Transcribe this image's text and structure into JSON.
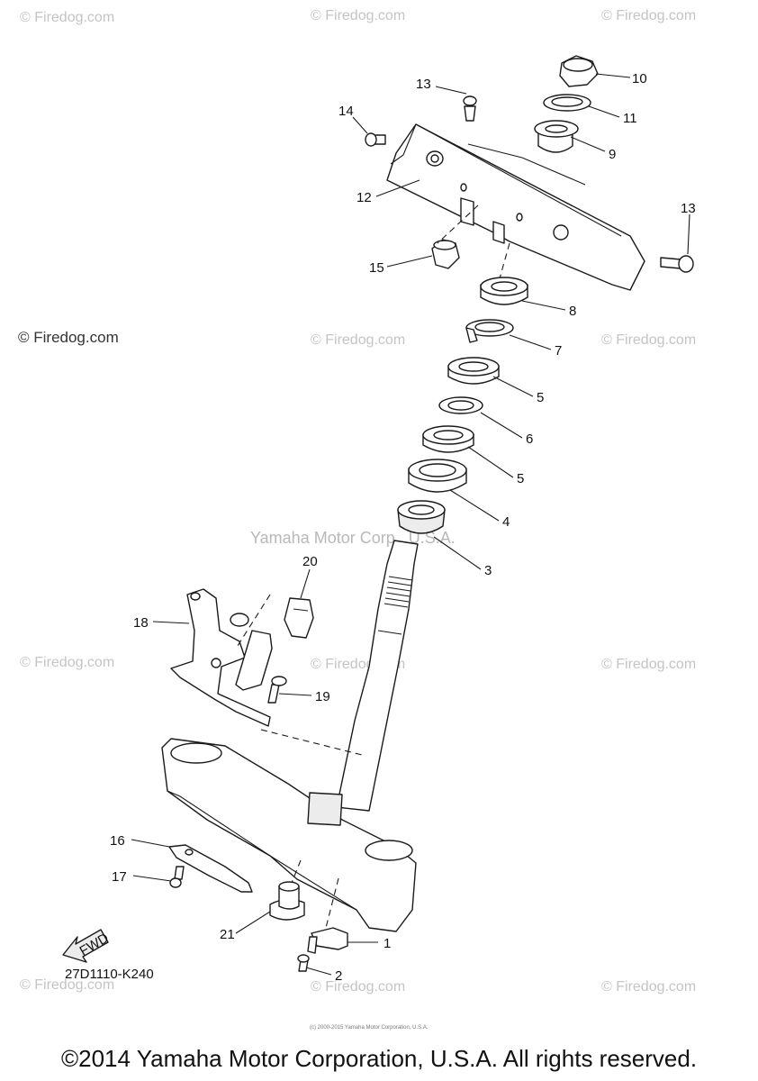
{
  "watermarks": {
    "firedog": "© Firedog.com",
    "firedog_lower": "© Firedog.com",
    "yamaha": "Yamaha Motor Corp., U.S.A."
  },
  "diagram": {
    "code": "27D1110-K240",
    "fwd_label": "FWD",
    "fine_print": "(c) 2000-2015 Yamaha Motor Corporation, U.S.A.",
    "callouts": [
      "1",
      "2",
      "3",
      "4",
      "5",
      "5",
      "6",
      "7",
      "8",
      "9",
      "10",
      "11",
      "12",
      "13",
      "13",
      "14",
      "15",
      "16",
      "17",
      "18",
      "19",
      "20",
      "21"
    ]
  },
  "footer": {
    "copyright": "©2014 Yamaha Motor Corporation, U.S.A. All rights reserved."
  }
}
